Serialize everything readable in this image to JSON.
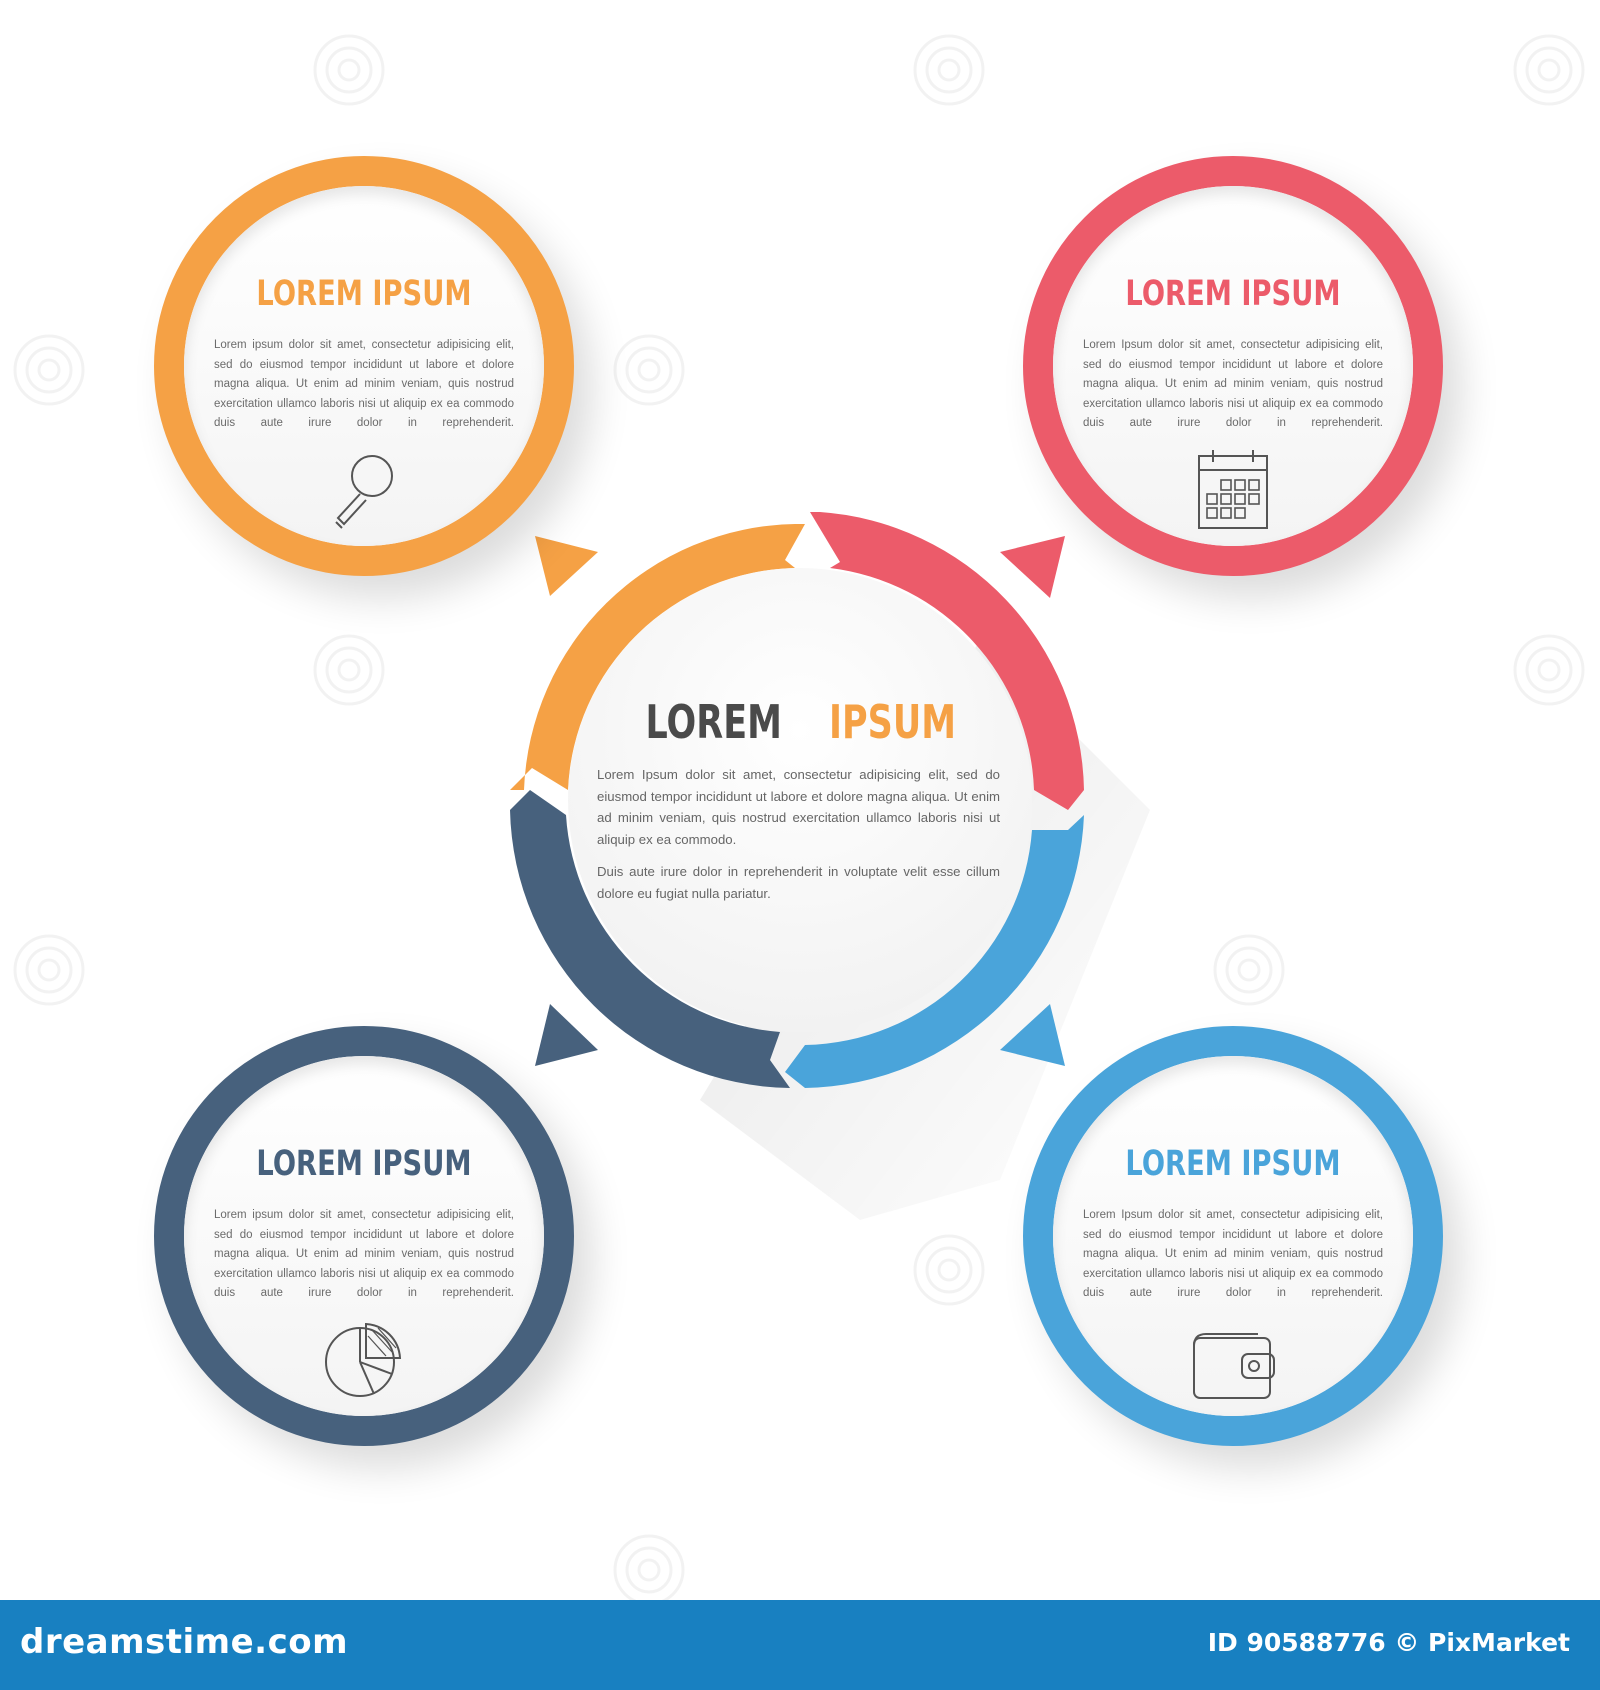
{
  "colors": {
    "orange": "#f5a145",
    "red": "#ec5b6a",
    "navy": "#47617d",
    "blue": "#4aa4da",
    "footer": "#1880c1"
  },
  "center": {
    "title_word1": "LOREM",
    "title_word2": "IPSUM",
    "paragraph1": "Lorem Ipsum dolor sit amet, consectetur adipisicing elit, sed do eiusmod tempor incididunt ut labore et dolore magna aliqua. Ut enim ad minim veniam, quis nostrud exercitation ullamco laboris nisi ut aliquip ex ea commodo.",
    "paragraph2": "Duis aute irure dolor in reprehenderit in voluptate velit esse cillum dolore eu fugiat nulla pariatur."
  },
  "cards": [
    {
      "title": "LOREM IPSUM",
      "text": "Lorem ipsum dolor sit amet, consectetur adipisicing elit, sed do eiusmod tempor incididunt ut labore et dolore magna aliqua. Ut enim ad minim veniam, quis nostrud exercitation ullamco laboris nisi ut aliquip ex ea commodo duis aute irure dolor in reprehenderit.",
      "icon": "magnifier-icon",
      "color": "#f5a145"
    },
    {
      "title": "LOREM IPSUM",
      "text": "Lorem Ipsum dolor sit amet, consectetur adipisicing elit, sed do eiusmod tempor incididunt ut labore et dolore magna aliqua. Ut enim ad minim veniam, quis nostrud exercitation ullamco laboris nisi ut aliquip ex ea commodo duis aute irure dolor in reprehenderit.",
      "icon": "calendar-icon",
      "color": "#ec5b6a"
    },
    {
      "title": "LOREM IPSUM",
      "text": "Lorem ipsum dolor sit amet, consectetur adipisicing elit, sed do eiusmod tempor incididunt ut labore et dolore magna aliqua. Ut enim ad minim veniam, quis nostrud exercitation ullamco laboris nisi ut aliquip ex ea commodo duis aute irure dolor in reprehenderit.",
      "icon": "pie-chart-icon",
      "color": "#47617d"
    },
    {
      "title": "LOREM IPSUM",
      "text": "Lorem Ipsum dolor sit amet, consectetur adipisicing elit, sed do eiusmod tempor incididunt ut labore et dolore magna aliqua. Ut enim ad minim veniam, quis nostrud exercitation ullamco laboris nisi ut aliquip ex ea commodo duis aute irure dolor in reprehenderit.",
      "icon": "wallet-icon",
      "color": "#4aa4da"
    }
  ],
  "footer": {
    "brand": "dreamstime.com",
    "image_id": "ID 90588776 © PixMarket"
  }
}
